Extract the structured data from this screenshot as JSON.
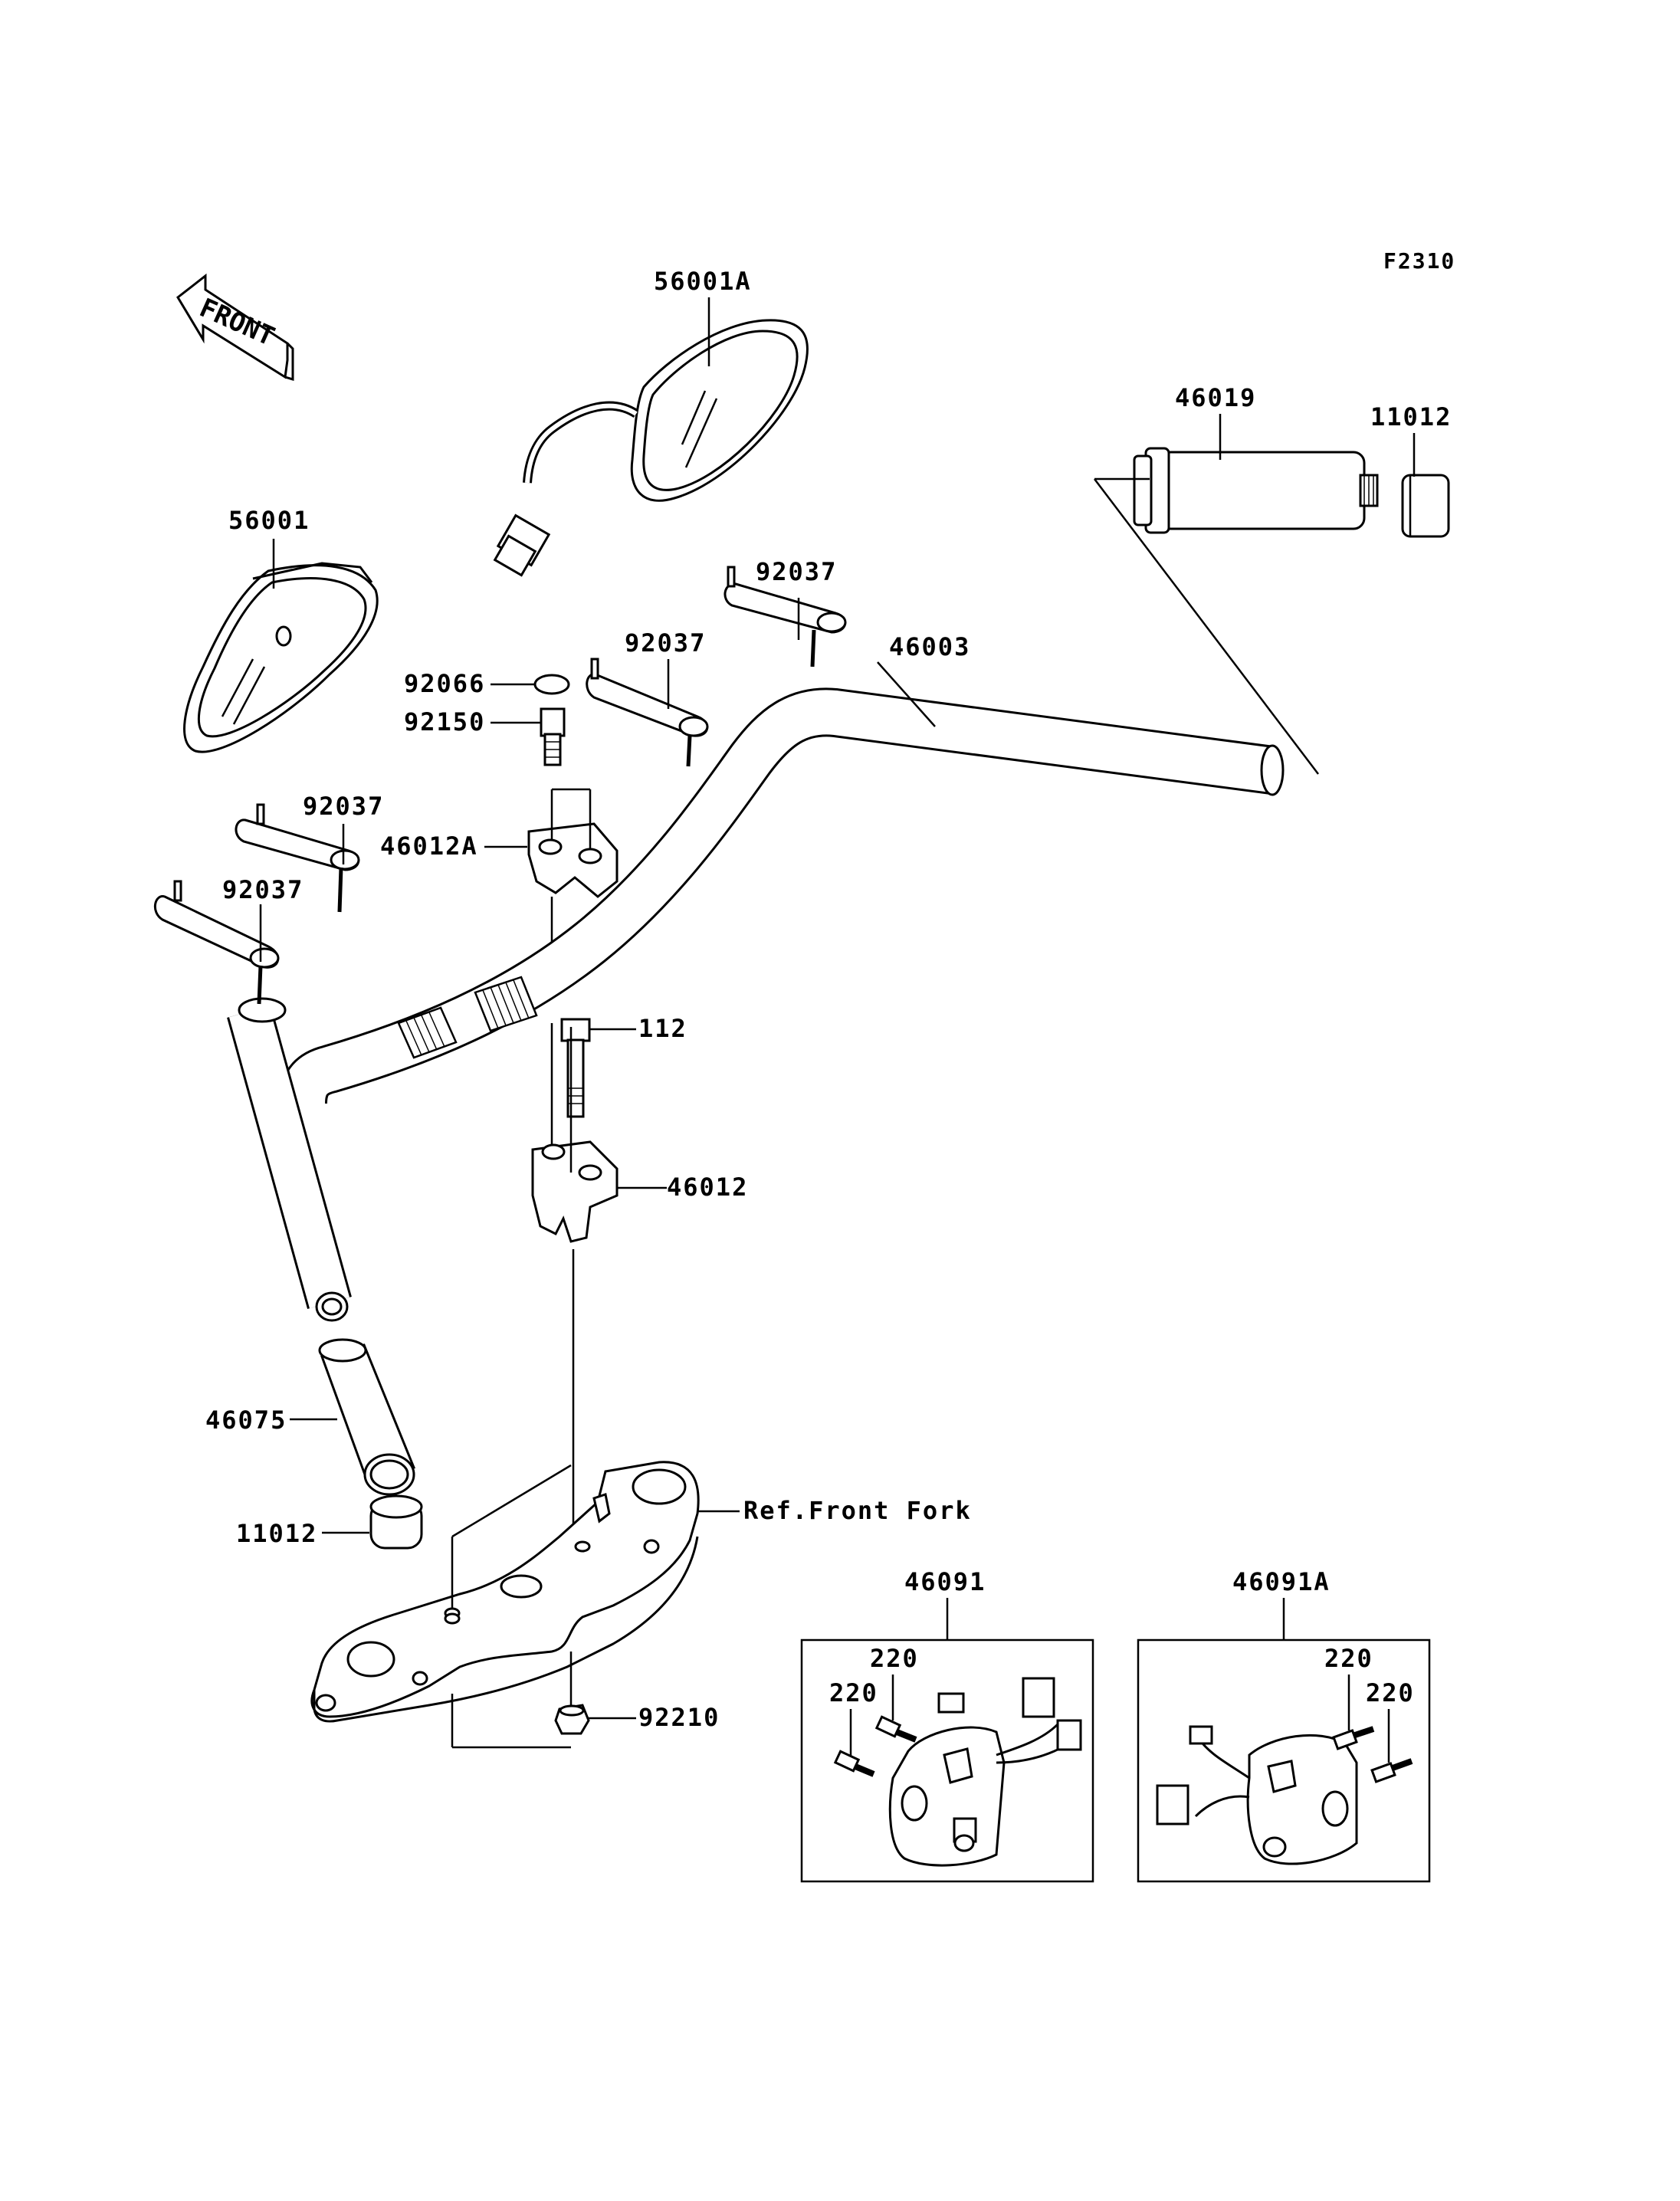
{
  "diagram": {
    "code": "F2310",
    "direction_label": "FRONT",
    "ref_note": "Ref.Front Fork",
    "labels": {
      "mirror_right": "56001A",
      "mirror_left": "56001",
      "grip_right": "46019",
      "cap_right": "11012",
      "handlebar": "46003",
      "clamp_bolt_cap": "92066",
      "clamp_bolt": "92150",
      "clamp_upper": "46012A",
      "clamp_lower": "46012",
      "bolt_112": "112",
      "holder_a": "92037",
      "holder_b": "92037",
      "holder_c": "92037",
      "holder_d": "92037",
      "grip_left": "46075",
      "cap_left": "11012",
      "nut": "92210",
      "switch_right": "46091",
      "switch_left": "46091A",
      "screw_r1": "220",
      "screw_r2": "220",
      "screw_l1": "220",
      "screw_l2": "220"
    }
  }
}
